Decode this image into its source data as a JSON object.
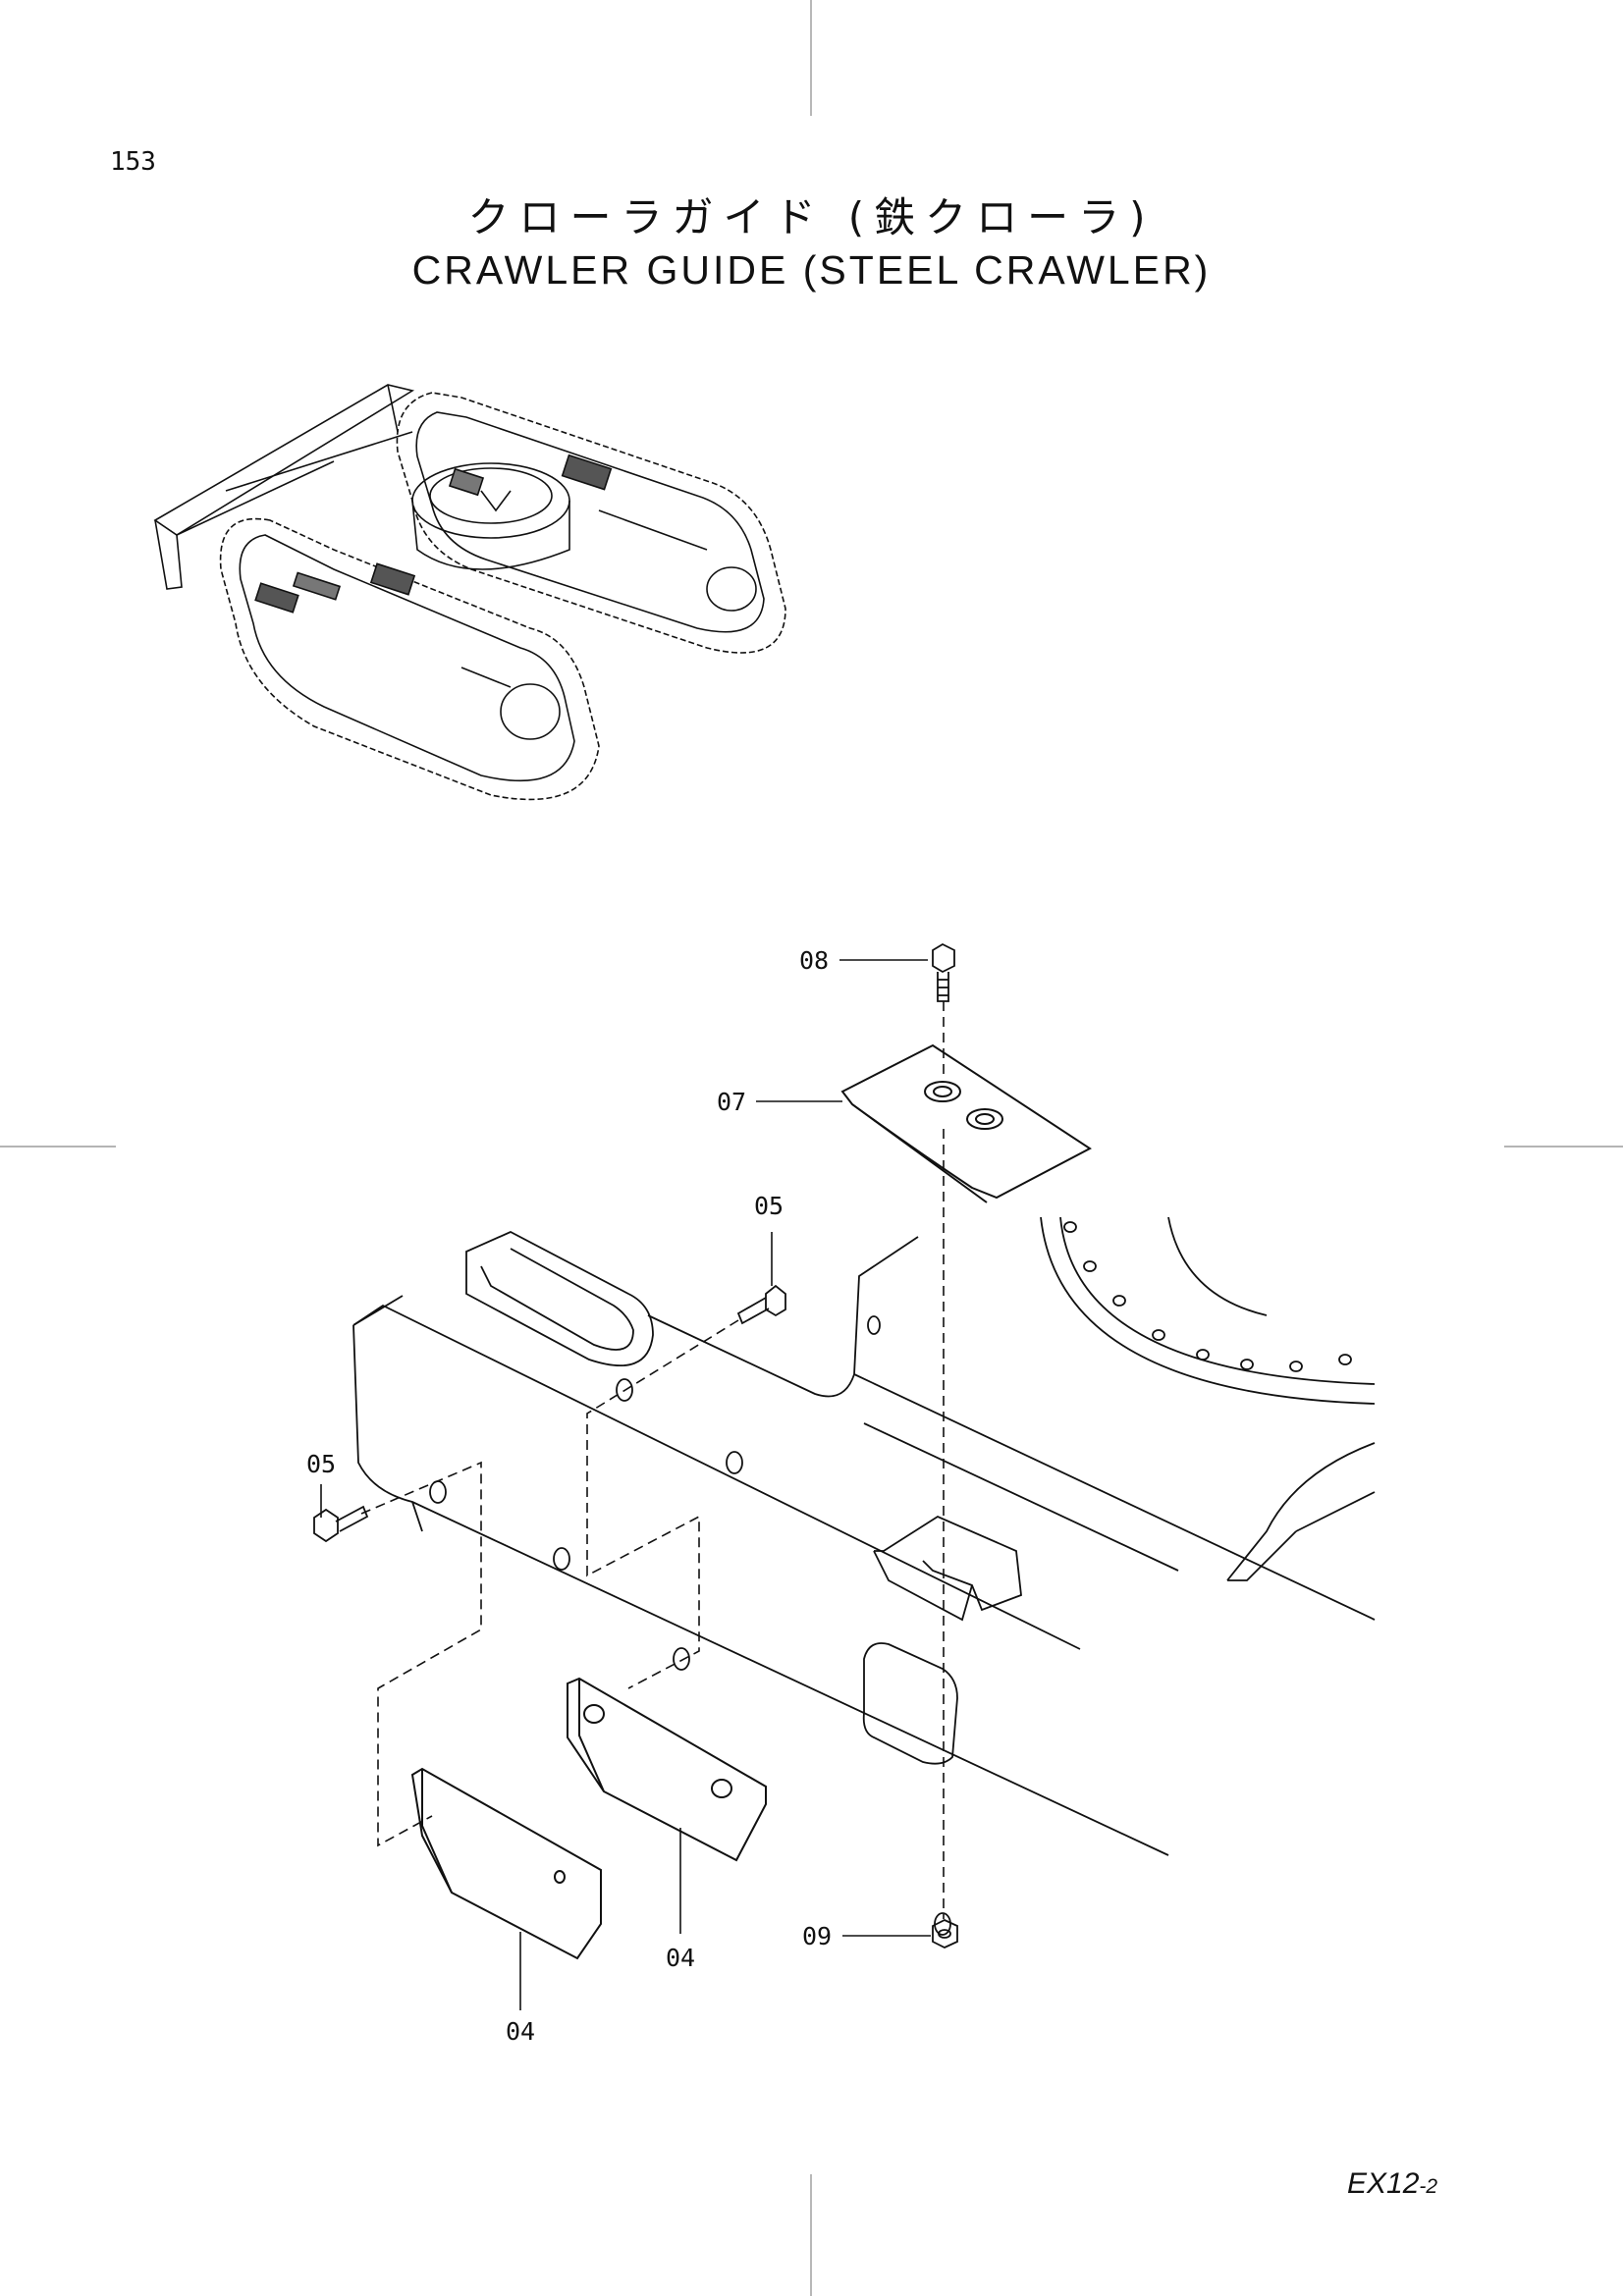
{
  "page": {
    "number": "153",
    "title_jp": "クローラガイド (鉄クローラ)",
    "title_en": "CRAWLER GUIDE (STEEL CRAWLER)",
    "doc_code": "EX12",
    "doc_suffix": "-2"
  },
  "callouts": [
    {
      "id": "08",
      "label": "08"
    },
    {
      "id": "07",
      "label": "07"
    },
    {
      "id": "05a",
      "label": "05"
    },
    {
      "id": "05b",
      "label": "05"
    },
    {
      "id": "04a",
      "label": "04"
    },
    {
      "id": "04b",
      "label": "04"
    },
    {
      "id": "09",
      "label": "09"
    }
  ]
}
